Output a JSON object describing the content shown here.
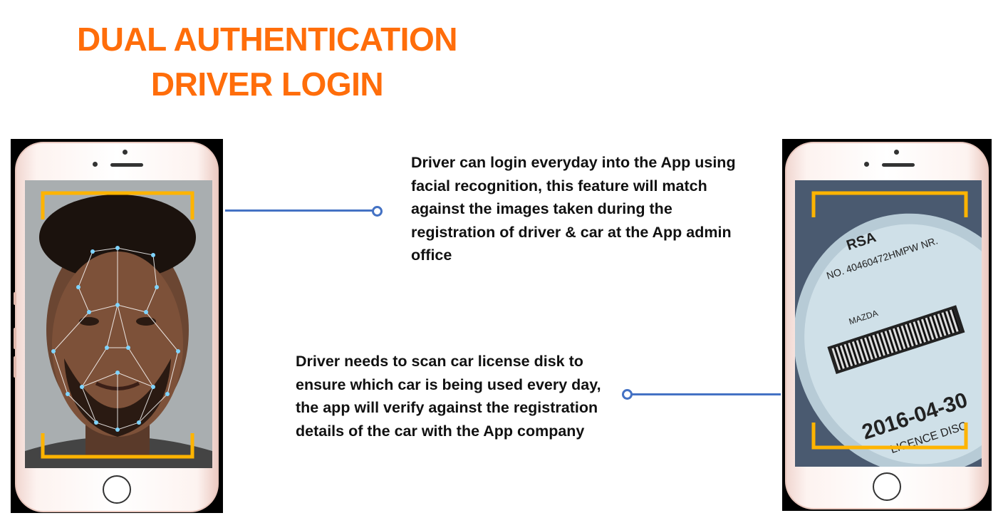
{
  "title": {
    "line1": "DUAL AUTHENTICATION",
    "line2": "DRIVER LOGIN"
  },
  "face_step": {
    "text": "Driver can login everyday into the App using facial recognition, this feature will match against the images taken during the registration of driver & car at the App admin office"
  },
  "disk_step": {
    "text": "Driver needs to scan car license disk to ensure which car is being used every day, the app will verify against the registration details of the car with the App company"
  },
  "license_disc": {
    "country": "RSA",
    "expiry": "2016-04-30",
    "label": "LICENCE DISC",
    "make": "MAZDA"
  },
  "colors": {
    "accent": "#FF6D0A",
    "connector": "#4472C4",
    "scan_frame": "#FFB400"
  }
}
